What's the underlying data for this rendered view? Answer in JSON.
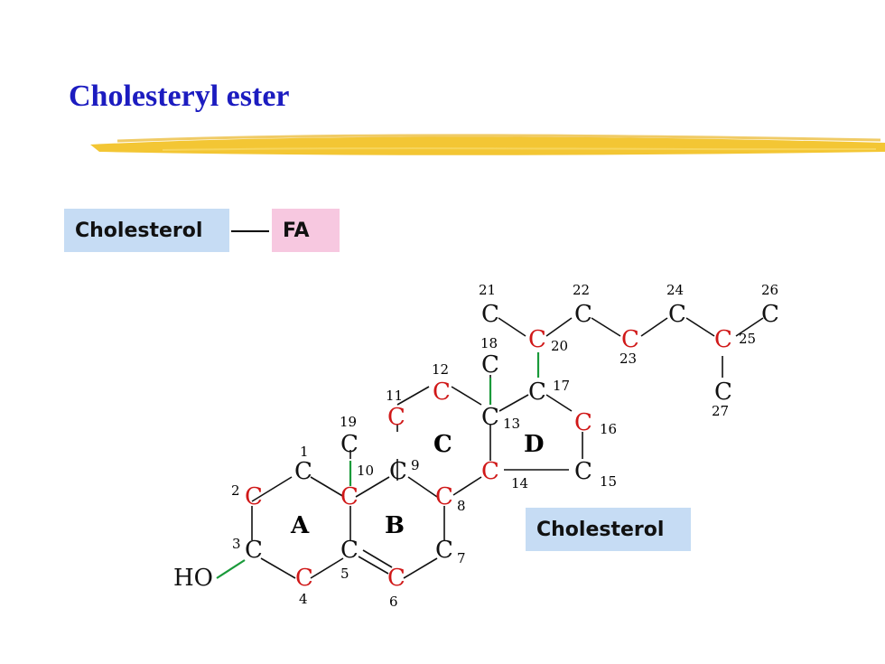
{
  "slide": {
    "title": "Cholesteryl ester",
    "accent_color": "#1c1cc0",
    "brush_color": "#f2c01e"
  },
  "scheme": {
    "left_label": "Cholesterol",
    "right_label": "FA",
    "left_color": "#c6dcf4",
    "right_color": "#f7c8e0"
  },
  "structure": {
    "caption": "Cholesterol",
    "hydroxyl_label": "HO",
    "atom_symbol": "C",
    "red_carbon_color": "#d01818",
    "black_carbon_color": "#111111",
    "green_bond_color": "#1a9a3a",
    "red_carbons": [
      "2",
      "4",
      "6",
      "8",
      "11",
      "12",
      "14",
      "16",
      "20",
      "23",
      "25"
    ],
    "ring_labels": [
      "A",
      "B",
      "C",
      "D"
    ]
  }
}
